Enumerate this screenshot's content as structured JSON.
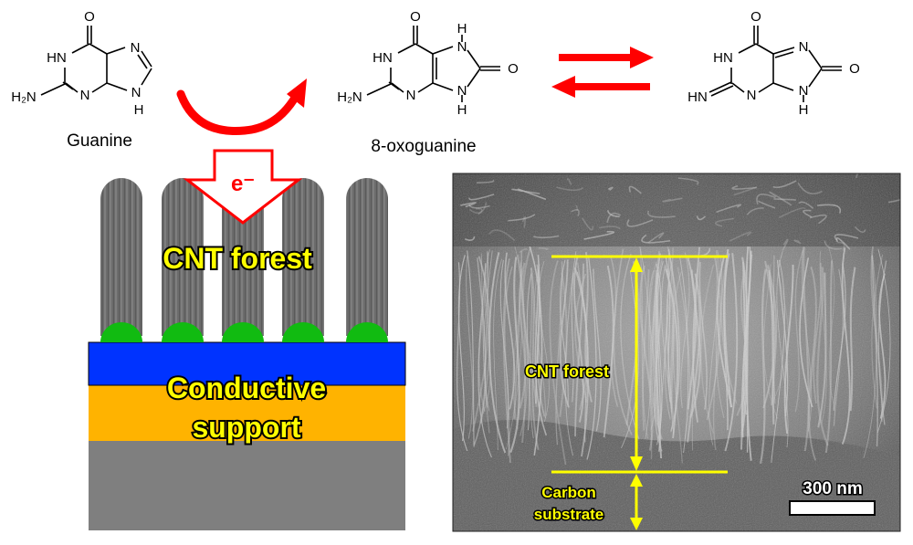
{
  "molecules": {
    "guanine": {
      "name": "Guanine",
      "atoms": {
        "o": "O",
        "hn": "HN",
        "n7": "N",
        "n3": "N",
        "nh9": "N",
        "h9": "H",
        "nh2": "H₂N"
      }
    },
    "oxoguanine": {
      "name": "8-oxoguanine",
      "atoms": {
        "o6": "O",
        "hn1": "HN",
        "n3": "N",
        "nh2": "H₂N",
        "h7": "H",
        "n7": "N",
        "o8": "O",
        "n9": "N",
        "h9": "H"
      }
    },
    "imino": {
      "atoms": {
        "o6": "O",
        "hn1": "HN",
        "n3": "N",
        "hn2": "HN",
        "n7": "N",
        "o8": "O",
        "n9": "N",
        "h9": "H"
      }
    }
  },
  "schematic": {
    "electron_label": "e⁻",
    "cnt_label": "CNT forest",
    "support_label_line1": "Conductive",
    "support_label_line2": "support"
  },
  "sem": {
    "cnt_label": "CNT forest",
    "substrate_line1": "Carbon",
    "substrate_line2": "substrate",
    "scale_label": "300 nm"
  },
  "colors": {
    "reaction_arrow": "#ff0000",
    "electron_arrow_outline": "#ff0000",
    "label_fill": "#ffff00",
    "catalyst_green": "#11bb11",
    "layer_blue": "#0033ff",
    "layer_orange": "#ffb300",
    "layer_gray": "#7f7f7f",
    "cnt_gray": "#6f6f6f",
    "sem_marker": "#ffff00"
  }
}
